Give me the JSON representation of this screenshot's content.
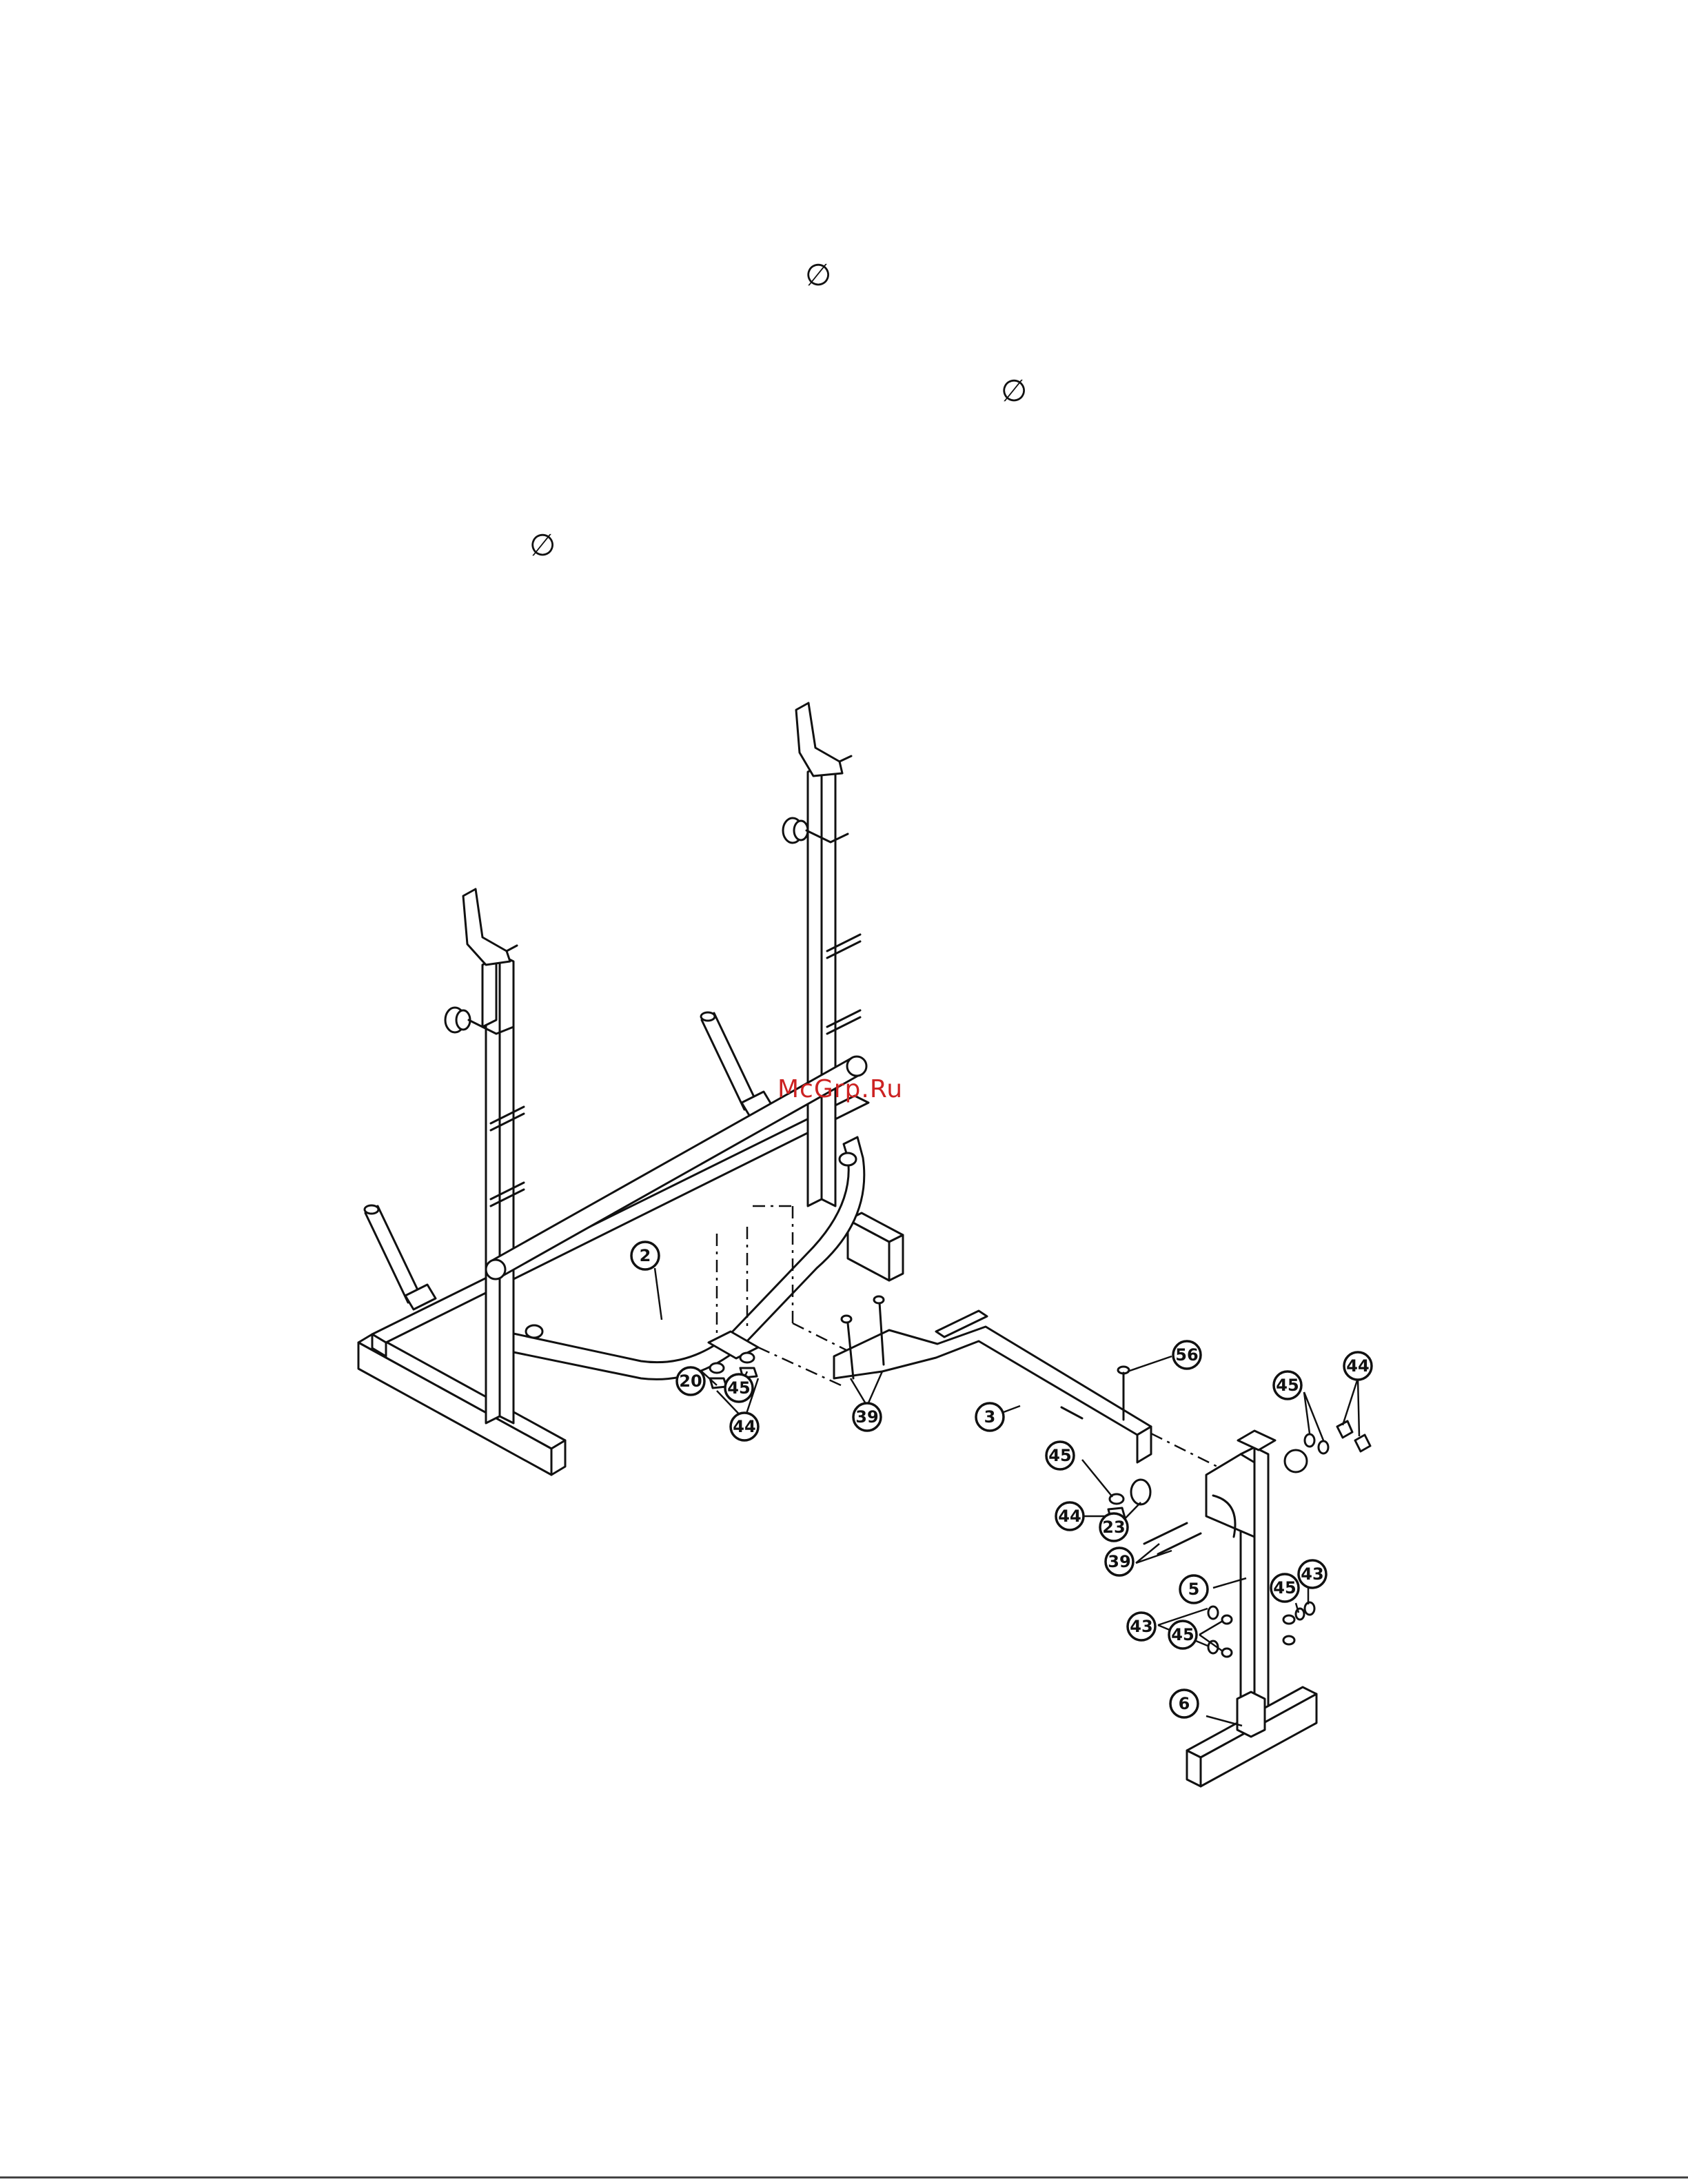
{
  "symbols": [
    "∅",
    "∅",
    "∅"
  ],
  "watermark": "McGrp.Ru",
  "callouts": {
    "c2": "2",
    "c20": "20",
    "c45a": "45",
    "c44a": "44",
    "c39a": "39",
    "c3": "3",
    "c56": "56",
    "c45b": "45",
    "c44b": "44",
    "c45c": "45",
    "c44c": "44",
    "c23": "23",
    "c39b": "39",
    "c5": "5",
    "c45d": "45",
    "c43a": "43",
    "c43b": "43",
    "c45e": "45",
    "c6": "6"
  }
}
